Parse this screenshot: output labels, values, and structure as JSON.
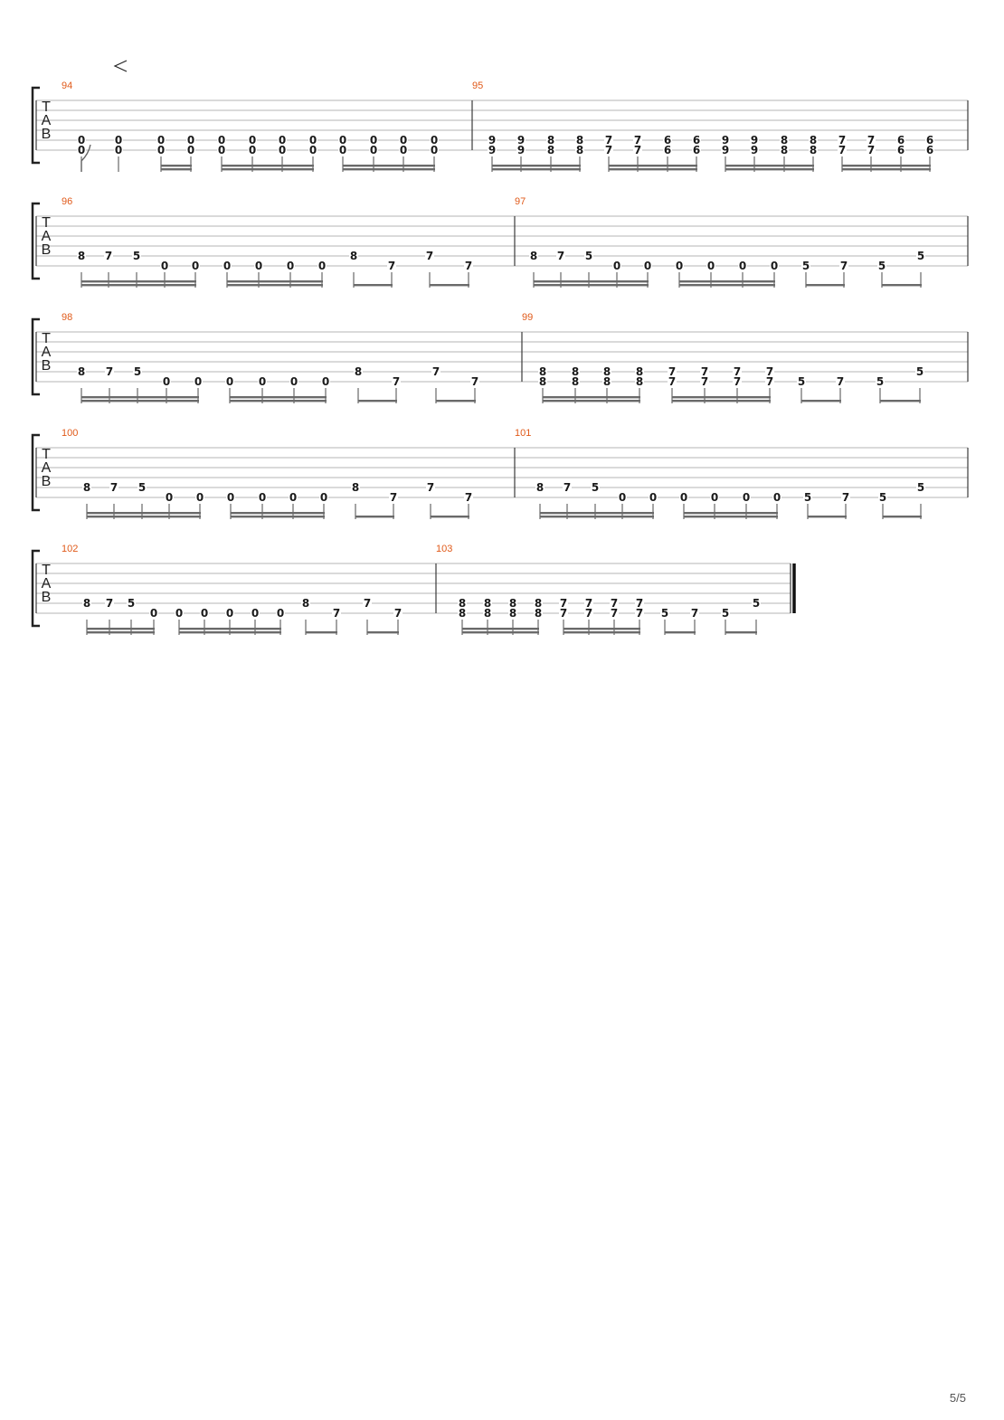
{
  "page": {
    "page_number": "5/5"
  },
  "tab_clef": [
    "T",
    "A",
    "B"
  ],
  "systems": [
    {
      "measures": [
        {
          "number": "94",
          "notes": [
            [
              "0",
              "0"
            ],
            [
              "0",
              "0"
            ],
            [
              "0",
              "0"
            ],
            [
              "0",
              "0"
            ],
            [
              "0",
              "0"
            ],
            [
              "0",
              "0"
            ],
            [
              "0",
              "0"
            ],
            [
              "0",
              "0"
            ],
            [
              "0",
              "0"
            ],
            [
              "0",
              "0"
            ],
            [
              "0",
              "0"
            ],
            [
              "0",
              "0"
            ]
          ],
          "beams": [
            [
              0,
              0,
              0
            ],
            [
              1,
              1,
              0
            ],
            [
              2,
              3,
              2
            ],
            [
              4,
              7,
              2
            ],
            [
              8,
              11,
              2
            ]
          ]
        },
        {
          "number": "95",
          "notes": [
            [
              "9",
              "9"
            ],
            [
              "9",
              "9"
            ],
            [
              "8",
              "8"
            ],
            [
              "8",
              "8"
            ],
            [
              "7",
              "7"
            ],
            [
              "7",
              "7"
            ],
            [
              "6",
              "6"
            ],
            [
              "6",
              "6"
            ],
            [
              "9",
              "9"
            ],
            [
              "9",
              "9"
            ],
            [
              "8",
              "8"
            ],
            [
              "8",
              "8"
            ],
            [
              "7",
              "7"
            ],
            [
              "7",
              "7"
            ],
            [
              "6",
              "6"
            ],
            [
              "6",
              "6"
            ]
          ],
          "beams": [
            [
              0,
              3,
              2
            ],
            [
              4,
              7,
              2
            ],
            [
              8,
              11,
              2
            ],
            [
              12,
              15,
              2
            ]
          ]
        }
      ]
    },
    {
      "measures": [
        {
          "number": "96",
          "notes": [
            [
              "8",
              ""
            ],
            [
              "7",
              ""
            ],
            [
              "5",
              ""
            ],
            [
              "",
              "0"
            ],
            [
              "",
              "0"
            ],
            [
              "",
              "0"
            ],
            [
              "",
              "0"
            ],
            [
              "",
              "0"
            ],
            [
              "",
              "0"
            ],
            [
              "8",
              ""
            ],
            [
              "",
              "7"
            ],
            [
              "7",
              ""
            ],
            [
              "",
              "7"
            ]
          ],
          "beams": [
            [
              0,
              4,
              2
            ],
            [
              5,
              8,
              2
            ],
            [
              9,
              10,
              1
            ],
            [
              11,
              12,
              1
            ]
          ]
        },
        {
          "number": "97",
          "notes": [
            [
              "8",
              ""
            ],
            [
              "7",
              ""
            ],
            [
              "5",
              ""
            ],
            [
              "",
              "0"
            ],
            [
              "",
              "0"
            ],
            [
              "",
              "0"
            ],
            [
              "",
              "0"
            ],
            [
              "",
              "0"
            ],
            [
              "",
              "0"
            ],
            [
              "",
              "5"
            ],
            [
              "",
              "7"
            ],
            [
              "",
              "5"
            ],
            [
              "5",
              ""
            ]
          ],
          "beams": [
            [
              0,
              4,
              2
            ],
            [
              5,
              8,
              2
            ],
            [
              9,
              10,
              1
            ],
            [
              11,
              12,
              1
            ]
          ]
        }
      ]
    },
    {
      "measures": [
        {
          "number": "98",
          "notes": [
            [
              "8",
              ""
            ],
            [
              "7",
              ""
            ],
            [
              "5",
              ""
            ],
            [
              "",
              "0"
            ],
            [
              "",
              "0"
            ],
            [
              "",
              "0"
            ],
            [
              "",
              "0"
            ],
            [
              "",
              "0"
            ],
            [
              "",
              "0"
            ],
            [
              "8",
              ""
            ],
            [
              "",
              "7"
            ],
            [
              "7",
              ""
            ],
            [
              "",
              "7"
            ]
          ],
          "beams": [
            [
              0,
              4,
              2
            ],
            [
              5,
              8,
              2
            ],
            [
              9,
              10,
              1
            ],
            [
              11,
              12,
              1
            ]
          ]
        },
        {
          "number": "99",
          "notes": [
            [
              "8",
              "8"
            ],
            [
              "8",
              "8"
            ],
            [
              "8",
              "8"
            ],
            [
              "8",
              "8"
            ],
            [
              "7",
              "7"
            ],
            [
              "7",
              "7"
            ],
            [
              "7",
              "7"
            ],
            [
              "7",
              "7"
            ],
            [
              "",
              "5"
            ],
            [
              "",
              "7"
            ],
            [
              "",
              "5"
            ],
            [
              "5",
              ""
            ]
          ],
          "beams": [
            [
              0,
              3,
              2
            ],
            [
              4,
              7,
              2
            ],
            [
              8,
              9,
              1
            ],
            [
              10,
              11,
              1
            ]
          ]
        }
      ]
    },
    {
      "measures": [
        {
          "number": "100",
          "notes": [
            [
              "8",
              ""
            ],
            [
              "7",
              ""
            ],
            [
              "5",
              ""
            ],
            [
              "",
              "0"
            ],
            [
              "",
              "0"
            ],
            [
              "",
              "0"
            ],
            [
              "",
              "0"
            ],
            [
              "",
              "0"
            ],
            [
              "",
              "0"
            ],
            [
              "8",
              ""
            ],
            [
              "",
              "7"
            ],
            [
              "7",
              ""
            ],
            [
              "",
              "7"
            ]
          ],
          "beams": [
            [
              0,
              4,
              2
            ],
            [
              5,
              8,
              2
            ],
            [
              9,
              10,
              1
            ],
            [
              11,
              12,
              1
            ]
          ]
        },
        {
          "number": "101",
          "notes": [
            [
              "8",
              ""
            ],
            [
              "7",
              ""
            ],
            [
              "5",
              ""
            ],
            [
              "",
              "0"
            ],
            [
              "",
              "0"
            ],
            [
              "",
              "0"
            ],
            [
              "",
              "0"
            ],
            [
              "",
              "0"
            ],
            [
              "",
              "0"
            ],
            [
              "",
              "5"
            ],
            [
              "",
              "7"
            ],
            [
              "",
              "5"
            ],
            [
              "5",
              ""
            ]
          ],
          "beams": [
            [
              0,
              4,
              2
            ],
            [
              5,
              8,
              2
            ],
            [
              9,
              10,
              1
            ],
            [
              11,
              12,
              1
            ]
          ]
        }
      ]
    },
    {
      "measures": [
        {
          "number": "102",
          "notes": [
            [
              "8",
              ""
            ],
            [
              "7",
              ""
            ],
            [
              "5",
              ""
            ],
            [
              "",
              "0"
            ],
            [
              "",
              "0"
            ],
            [
              "",
              "0"
            ],
            [
              "",
              "0"
            ],
            [
              "",
              "0"
            ],
            [
              "",
              "0"
            ],
            [
              "8",
              ""
            ],
            [
              "",
              "7"
            ],
            [
              "7",
              ""
            ],
            [
              "",
              "7"
            ]
          ],
          "beams": [
            [
              0,
              3,
              2
            ],
            [
              4,
              8,
              2
            ],
            [
              9,
              10,
              1
            ],
            [
              11,
              12,
              1
            ]
          ]
        },
        {
          "number": "103",
          "notes": [
            [
              "8",
              "8"
            ],
            [
              "8",
              "8"
            ],
            [
              "8",
              "8"
            ],
            [
              "8",
              "8"
            ],
            [
              "7",
              "7"
            ],
            [
              "7",
              "7"
            ],
            [
              "7",
              "7"
            ],
            [
              "7",
              "7"
            ],
            [
              "",
              "5"
            ],
            [
              "",
              "7"
            ],
            [
              "",
              "5"
            ],
            [
              "5",
              ""
            ]
          ],
          "beams": [
            [
              0,
              3,
              2
            ],
            [
              4,
              7,
              2
            ],
            [
              8,
              9,
              1
            ],
            [
              10,
              11,
              1
            ]
          ]
        }
      ]
    }
  ]
}
